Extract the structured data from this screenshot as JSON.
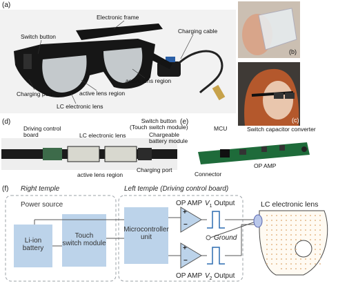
{
  "panel_a": {
    "tag": "(a)",
    "labels": {
      "electronic_frame": "Electronic frame",
      "switch_button": "Switch button",
      "charging_cable": "Charging cable",
      "charging_port": "Charging port",
      "active_lens_region_1": "active lens region",
      "active_lens_region_2": "active lens region",
      "lc_electronic_lens": "LC electronic lens"
    }
  },
  "panel_b": {
    "tag": "(b)"
  },
  "panel_c": {
    "tag": "(c)"
  },
  "panel_d": {
    "tag": "(d)",
    "labels": {
      "driving_control_board": "Driving control\nboard",
      "lc_electronic_lens": "LC electronic lens",
      "switch_button": "Switch button\n(Touch switch module)",
      "chargeable_battery": "Chargeable\nbattery module",
      "active_lens_region": "active lens region",
      "charging_port": "Charging port"
    }
  },
  "panel_e": {
    "tag": "(e)",
    "labels": {
      "mcu": "MCU",
      "switch_capacitor": "Switch capacitor converter",
      "connector": "Connector",
      "op_amp": "OP AMP"
    }
  },
  "panel_f": {
    "tag": "(f)",
    "right_temple": "Right temple",
    "left_temple": "Left temple (Driving control board)",
    "power_source": "Power source",
    "battery": "Li-ion\nbattery",
    "touch": "Touch\nswitch module",
    "mcu": "Microcontroller\nunit",
    "op_amp_top": "OP AMP",
    "v1": "V",
    "v1_sub": "1",
    "v1_output": " Output",
    "op_amp_bottom": "OP AMP",
    "v2": "V",
    "v2_sub": "2",
    "v2_output": " Output",
    "ground": "Ground",
    "lc_lens": "LC electronic lens",
    "plus": "+",
    "minus": "−"
  },
  "colors": {
    "block_fill": "#bcd3ea",
    "dashed": "#9aa0a6",
    "wire": "#555555",
    "dots": "#e3b88a",
    "pcb": "#1e6b3a"
  }
}
